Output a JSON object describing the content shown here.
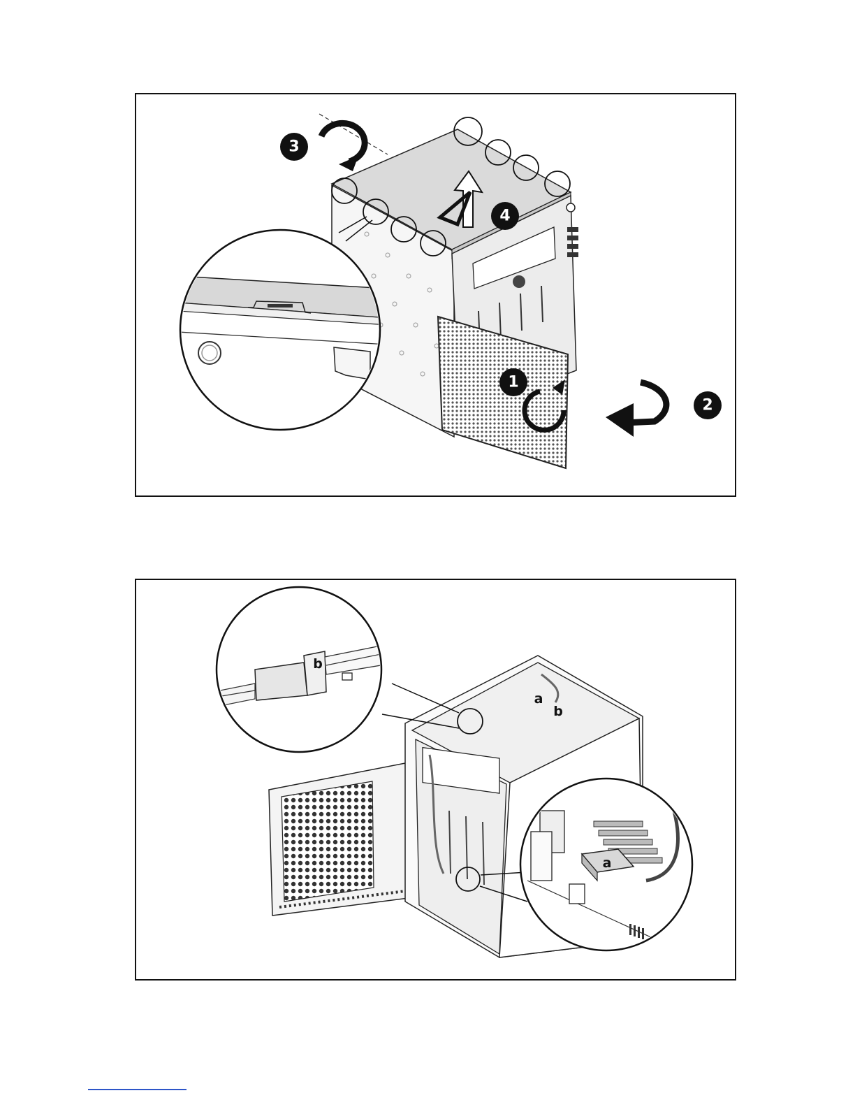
{
  "figure_1": {
    "callouts": [
      {
        "id": "step-1",
        "label": "1"
      },
      {
        "id": "step-2",
        "label": "2"
      },
      {
        "id": "step-3",
        "label": "3"
      },
      {
        "id": "step-4",
        "label": "4"
      }
    ]
  },
  "figure_2": {
    "labels": {
      "a_main": "a",
      "b_main": "b",
      "b_detail": "b",
      "a_detail": "a"
    }
  },
  "colors": {
    "frame": "#111111",
    "line": "#222222",
    "panel_fill": "#d9d9d9",
    "light_fill": "#eeeeee",
    "footer_rule": "#2d55c8"
  }
}
